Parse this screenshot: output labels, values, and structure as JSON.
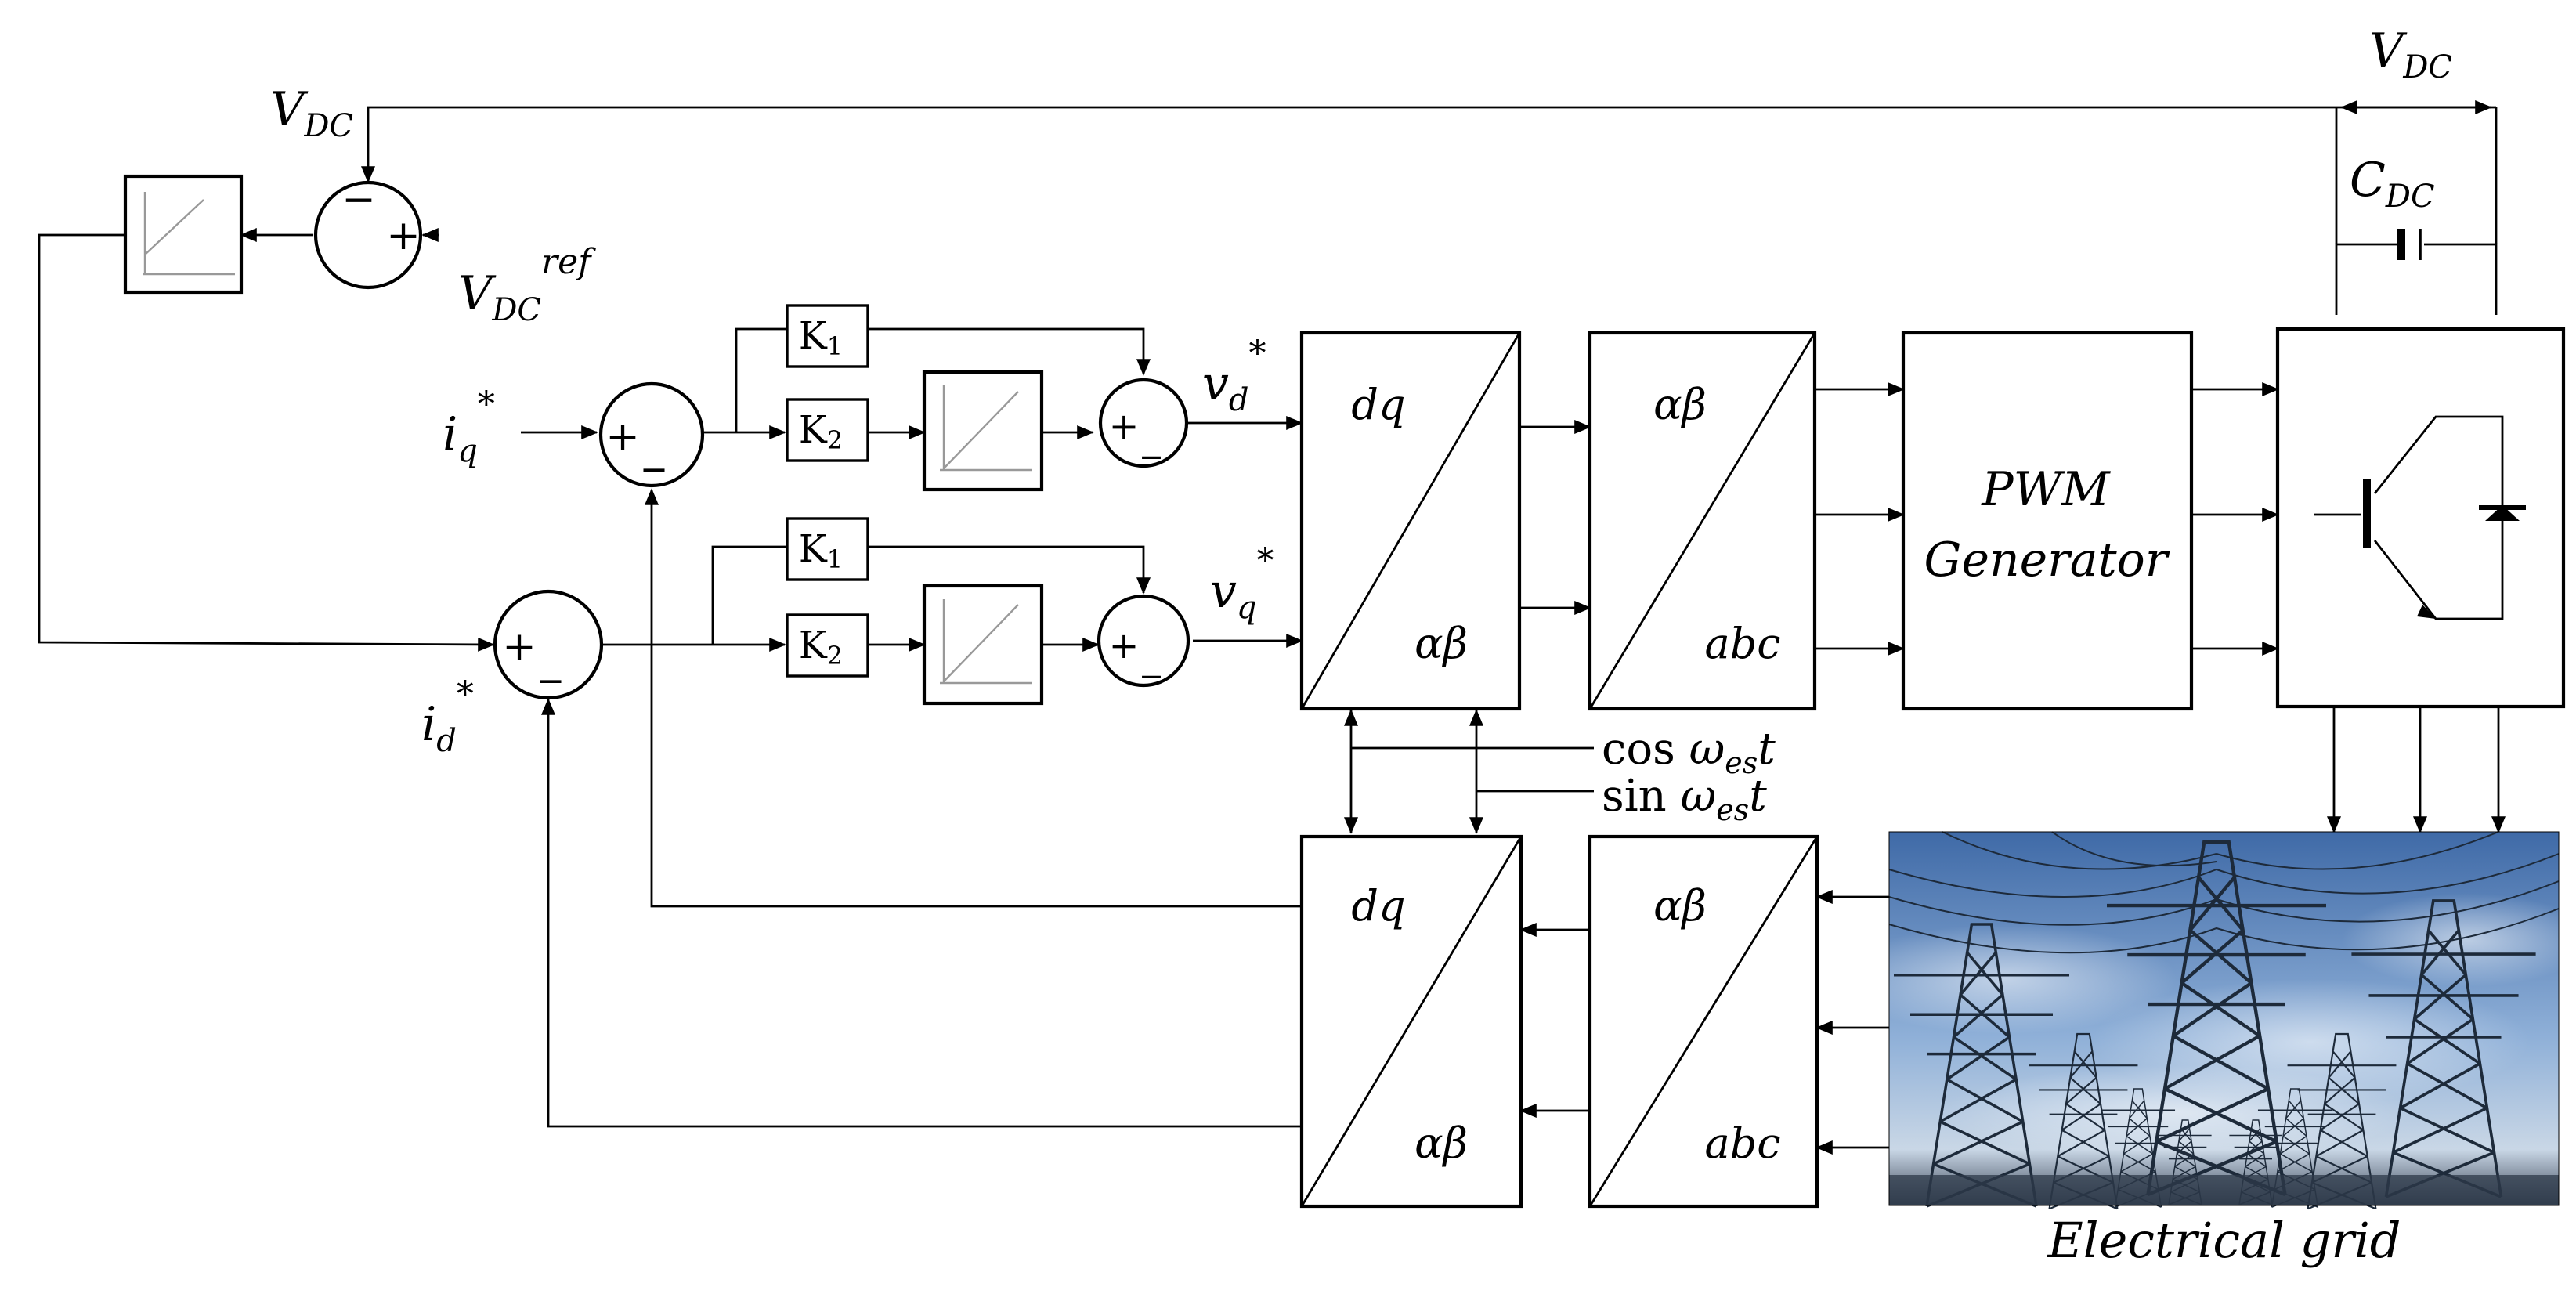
{
  "labels": {
    "vdc_top": "V",
    "vdc_top_sub": "DC",
    "vdc_ref": "V",
    "vdc_ref_sub": "DC",
    "vdc_ref_sup": "ref",
    "iq": "i",
    "iq_sub": "q",
    "id": "i",
    "id_sub": "d",
    "star": "*",
    "vd": "v",
    "vd_sub": "d",
    "vq": "v",
    "vq_sub": "q",
    "k1": "K",
    "k1_sub": "1",
    "k2": "K",
    "k2_sub": "2",
    "vdc_right": "V",
    "vdc_right_sub": "DC",
    "cdc": "C",
    "cdc_sub": "DC",
    "cos_fn": "cos ",
    "sin_fn": "sin ",
    "omega": "ω",
    "omega_sub": "es",
    "t": "t",
    "dq": "dq",
    "ab": "αβ",
    "abc": "abc",
    "pwm_line1": "PWM",
    "pwm_line2": "Generator",
    "grid": "Electrical grid"
  },
  "signs": {
    "minus": "−",
    "plus": "+",
    "minus_low": "_"
  },
  "colors": {
    "sky_top": "#3f6aa7",
    "sky_mid": "#8fb0d8",
    "sky_low": "#c9d7e6",
    "ground": "#3a4656"
  }
}
